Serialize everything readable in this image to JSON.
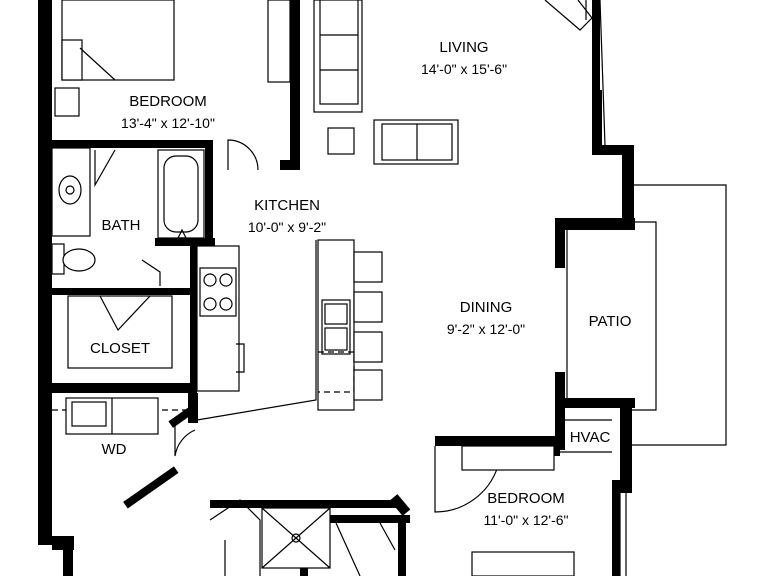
{
  "rooms": {
    "living": {
      "name": "LIVING",
      "dims": "14'-0\" x 15'-6\""
    },
    "bedroom_1": {
      "name": "BEDROOM",
      "dims": "13'-4\" x 12'-10\""
    },
    "bath": {
      "name": "BATH"
    },
    "kitchen": {
      "name": "KITCHEN",
      "dims": "10'-0\" x 9'-2\""
    },
    "closet": {
      "name": "CLOSET"
    },
    "dining": {
      "name": "DINING",
      "dims": "9'-2\" x 12'-0\""
    },
    "patio": {
      "name": "PATIO"
    },
    "hvac": {
      "name": "HVAC"
    },
    "wd": {
      "name": "WD"
    },
    "bedroom_2": {
      "name": "BEDROOM",
      "dims": "11'-0\" x 12'-6\""
    }
  }
}
